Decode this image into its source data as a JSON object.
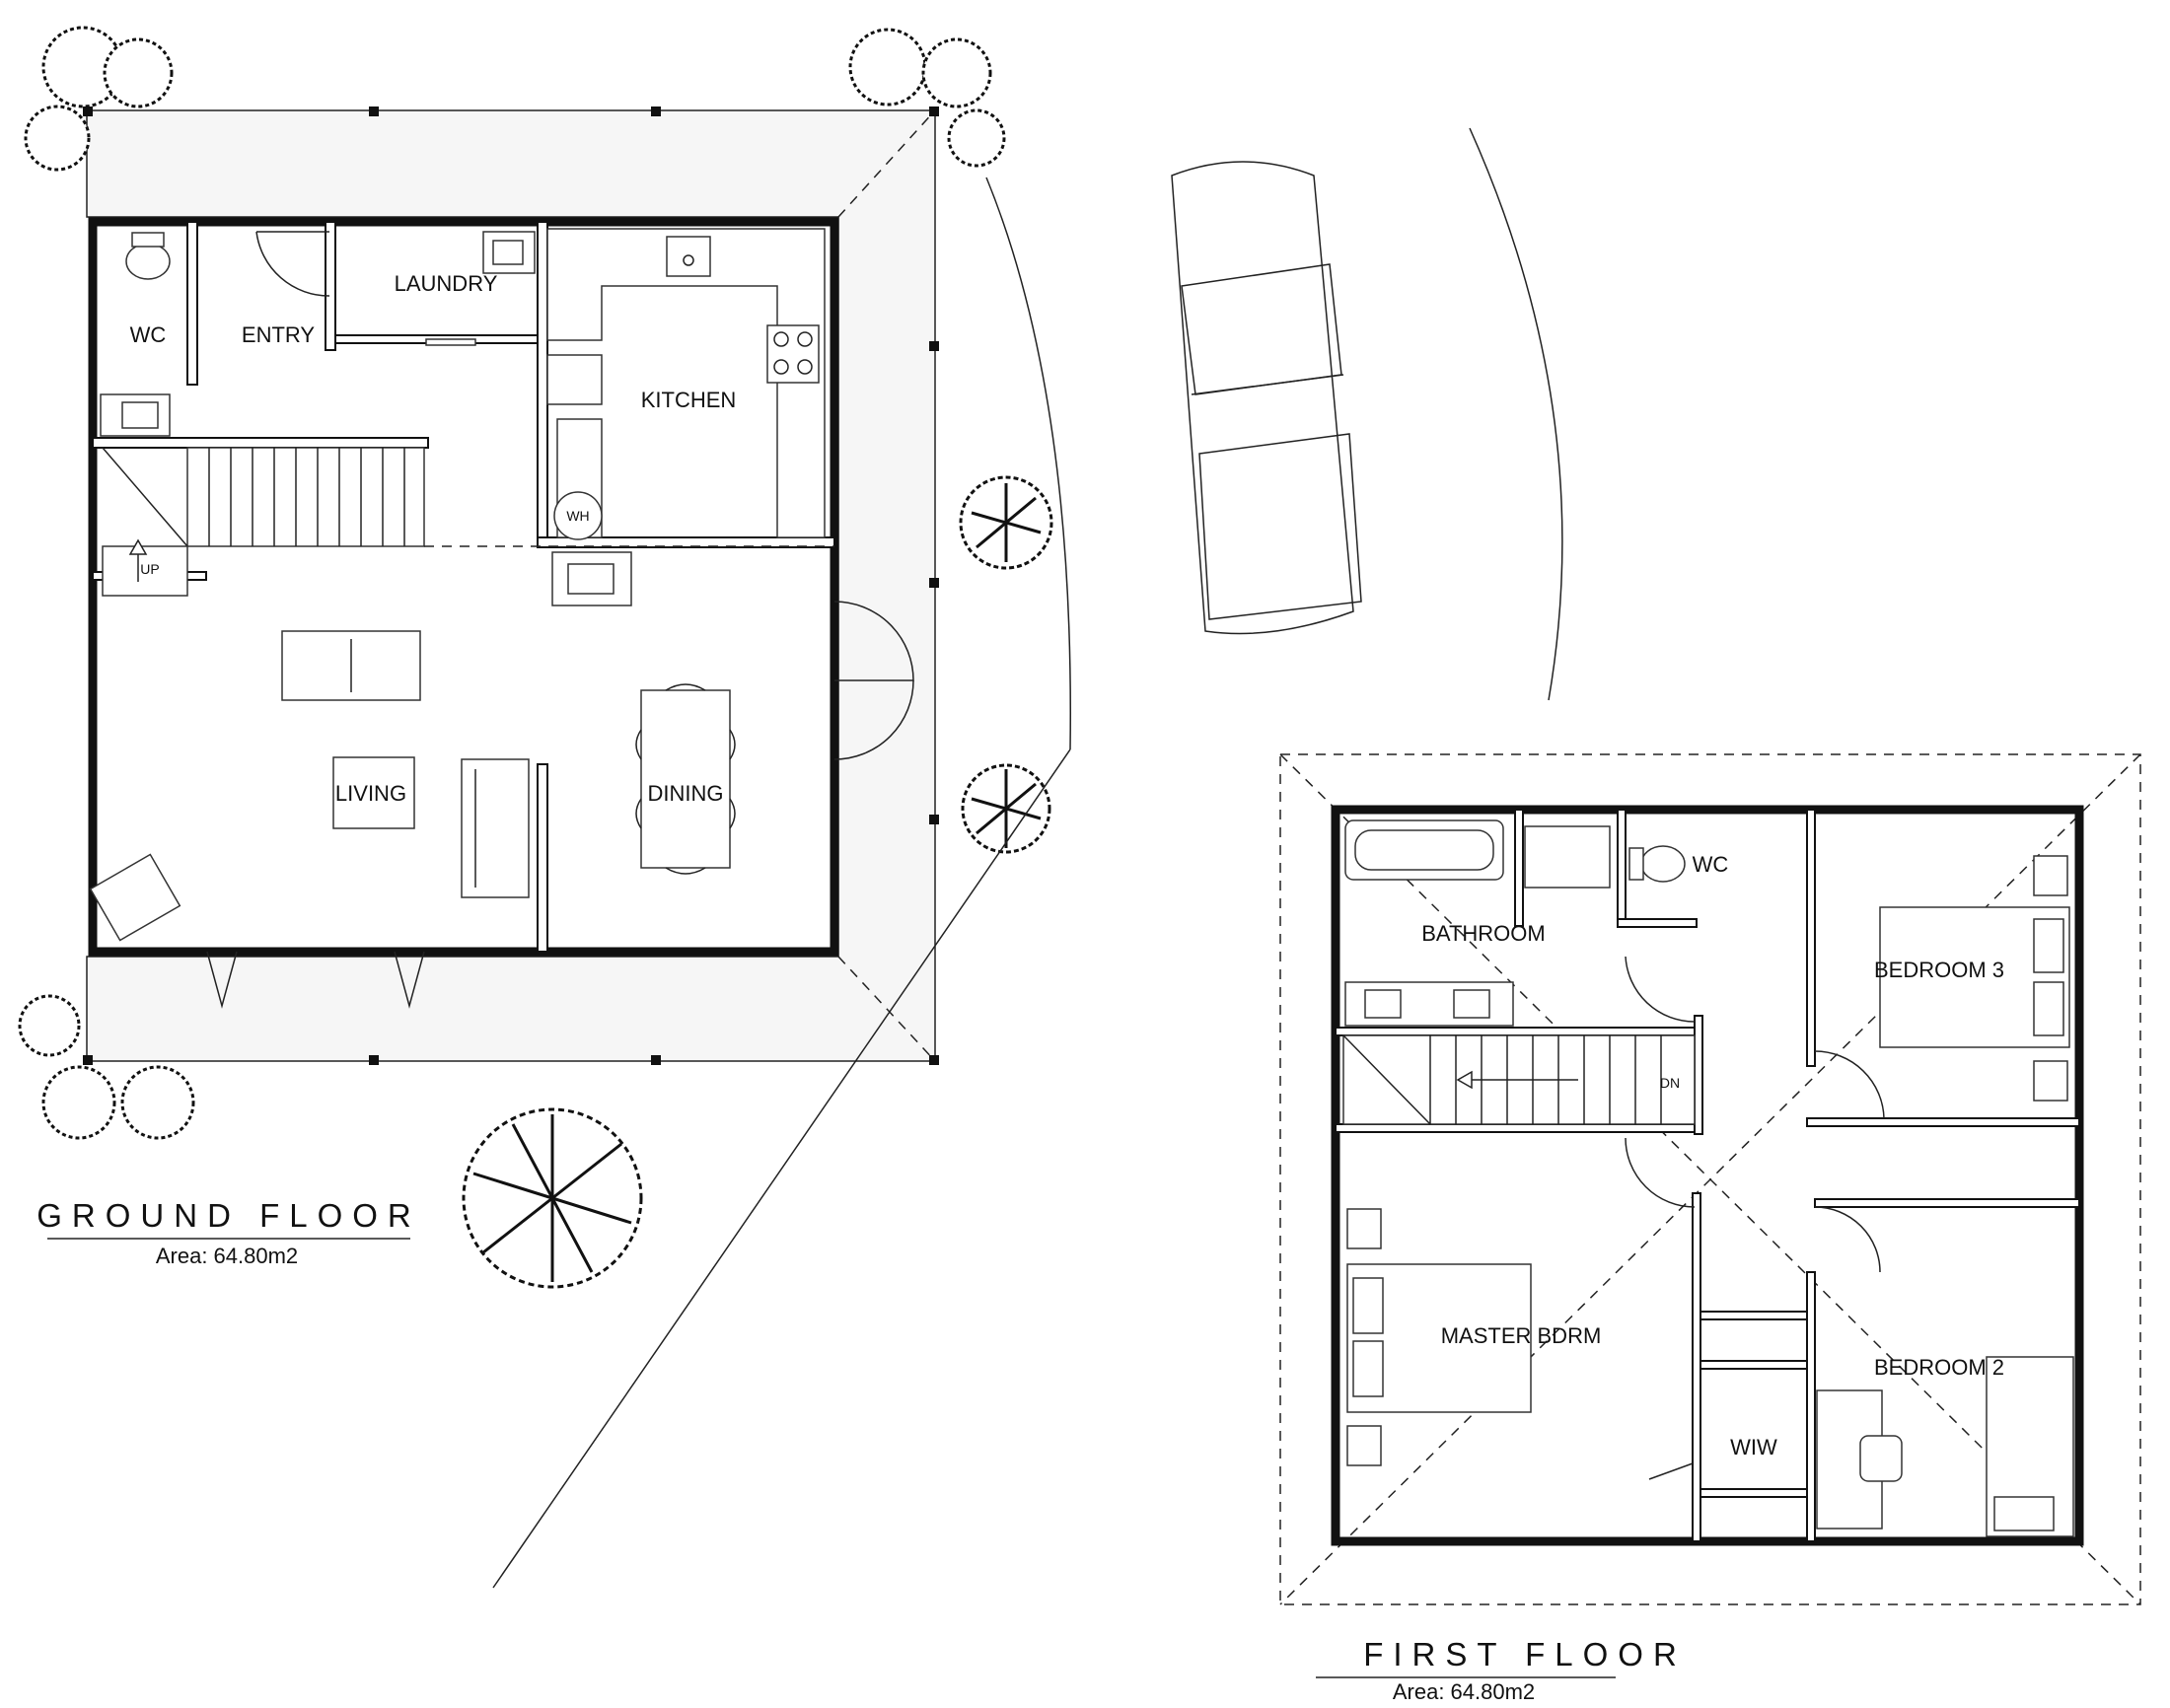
{
  "ground_floor": {
    "title": "GROUND FLOOR",
    "area": "Area: 64.80m2",
    "rooms": {
      "wc": "WC",
      "entry": "ENTRY",
      "laundry": "LAUNDRY",
      "kitchen": "KITCHEN",
      "living": "LIVING",
      "dining": "DINING"
    },
    "labels": {
      "wh": "WH",
      "up": "UP"
    }
  },
  "first_floor": {
    "title": "FIRST FLOOR",
    "area": "Area: 64.80m2",
    "rooms": {
      "bathroom": "BATHROOM",
      "wc": "WC",
      "bedroom3": "BEDROOM 3",
      "master": "MASTER BDRM",
      "bedroom2": "BEDROOM 2",
      "wiw": "WIW"
    },
    "labels": {
      "dn": "DN"
    }
  }
}
